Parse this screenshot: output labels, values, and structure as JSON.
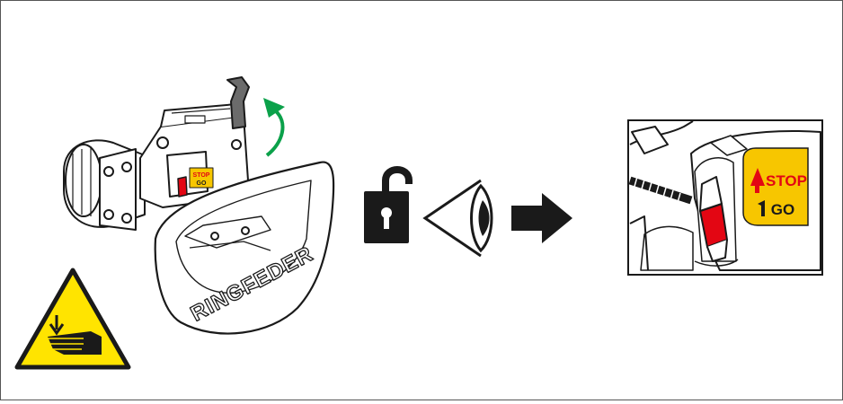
{
  "coupling": {
    "brand_text": "RINGFEDER",
    "indicator_stop": "STOP",
    "indicator_go": "GO"
  },
  "detail": {
    "indicator_stop": "STOP",
    "indicator_go": "GO"
  },
  "colors": {
    "warning_yellow": "#FFE400",
    "arrow_green": "#0BA14A",
    "handle_red": "#E30613",
    "label_yellow": "#F7C600",
    "label_orange": "#F39200",
    "outline": "#1A1A1A"
  },
  "icons": {
    "warning": "hand-crush-warning-icon",
    "unlock": "unlock-padlock-icon",
    "eye": "eye-inspect-icon",
    "arrow": "right-arrow-icon",
    "rotate": "curved-up-arrow-icon"
  }
}
